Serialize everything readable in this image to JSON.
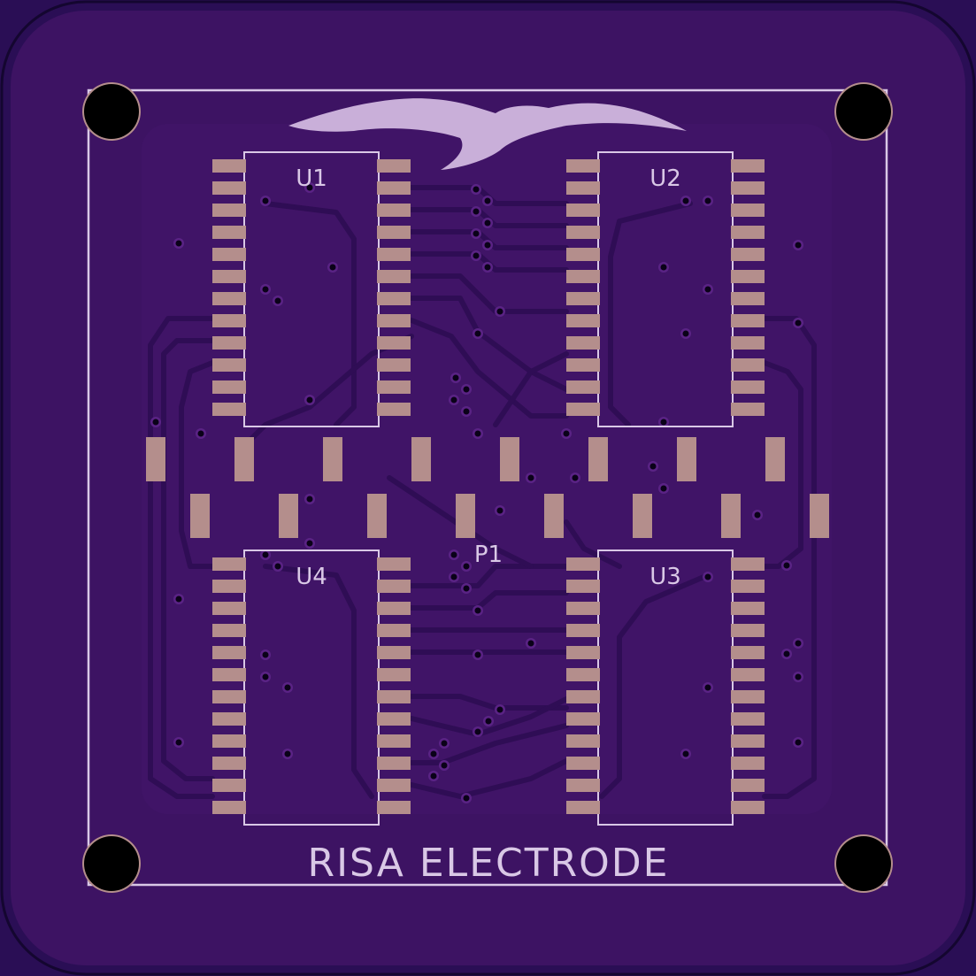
{
  "board": {
    "title": "RISA ELECTRODE",
    "connector_ref": "P1",
    "colors": {
      "background": "#2a0e55",
      "substrate": "#3d1363",
      "copper_fill": "#46166e",
      "trace": "#2f0d55",
      "pad": "#b48e8c",
      "silkscreen": "#d9c8e6",
      "mounting_hole": "#000000",
      "hole_ring": "#b48e8c"
    }
  },
  "components": [
    {
      "ref": "U1",
      "pins_per_side": 12
    },
    {
      "ref": "U2",
      "pins_per_side": 12
    },
    {
      "ref": "U3",
      "pins_per_side": 12
    },
    {
      "ref": "U4",
      "pins_per_side": 12
    }
  ],
  "connector_pads": {
    "ref": "P1",
    "top_row_count": 8,
    "bottom_row_count": 8
  },
  "mounting_holes": {
    "count": 4
  },
  "logo": {
    "icon": "seagull-logo-icon"
  }
}
